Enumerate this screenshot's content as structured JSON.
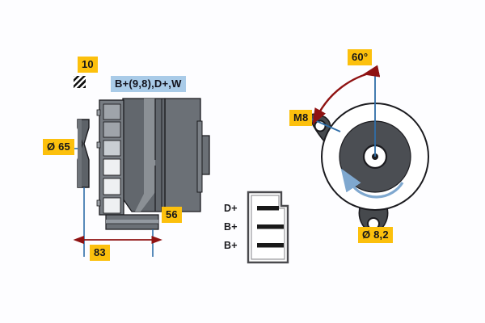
{
  "drawing": {
    "title": "Alternator dimensional drawing",
    "background_color": "#fdfdff"
  },
  "colors": {
    "badge_yellow": "#fcc00d",
    "badge_blue": "#a9cbe8",
    "dimension_blue": "#2f6ea8",
    "dimension_red": "#8f1212",
    "rotation_arrow_blue": "#7fa8cf",
    "body_dark": "#565b60",
    "body_mid": "#6b7076",
    "body_light": "#8d9298",
    "outline": "#1b1b1f"
  },
  "side_view": {
    "name": "alternator-side-view",
    "callouts": {
      "belt_groove_count": "10",
      "terminal_designations": "B+(9,8),D+,W",
      "pulley_diameter": "Ø 65",
      "mount_offset": "56",
      "overall_length": "83"
    },
    "hatch_icon_name": "belt-profile-hatch-icon"
  },
  "terminal_block": {
    "name": "terminal-block-view",
    "terminals": [
      {
        "label": "D+"
      },
      {
        "label": "B+"
      },
      {
        "label": "B+"
      }
    ]
  },
  "end_view": {
    "name": "alternator-end-view",
    "callouts": {
      "mounting_angle": "60°",
      "thread_size": "M8",
      "hole_diameter": "Ø 8,2"
    },
    "rotation_direction": "counter-clockwise"
  }
}
